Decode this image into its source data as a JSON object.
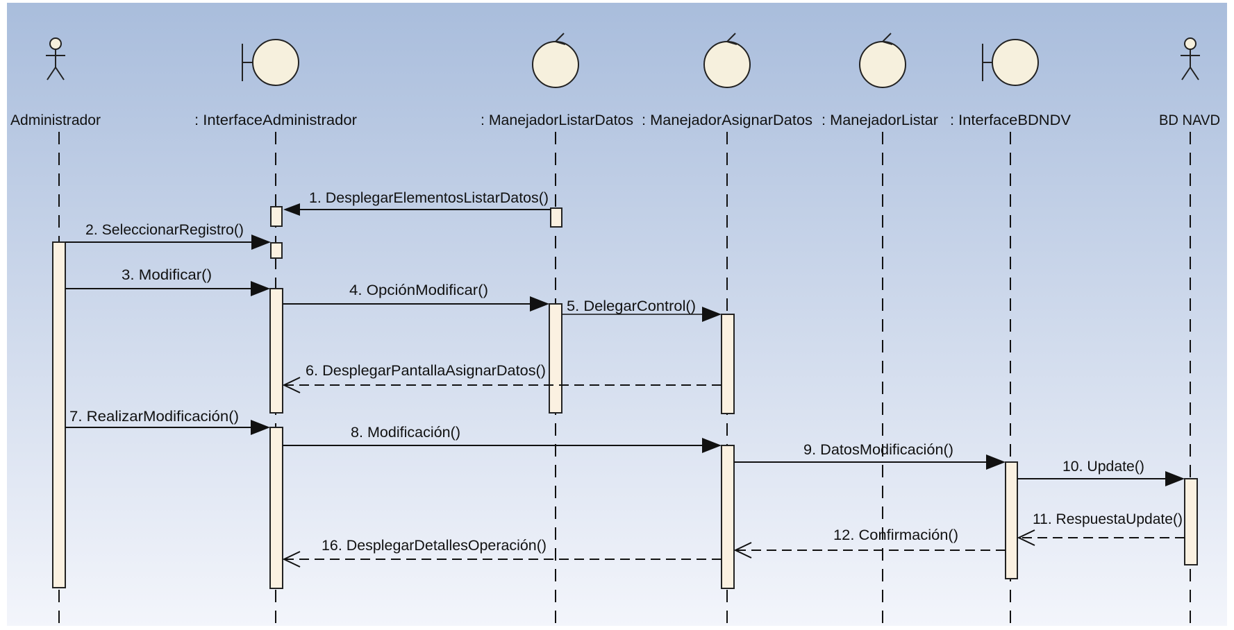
{
  "diagram": {
    "background_top": "#a9bddc",
    "background_bottom": "#f3f5fb",
    "lifelines": [
      {
        "id": "admin",
        "label": "Administrador",
        "kind": "actor"
      },
      {
        "id": "iface_admin",
        "label": ": InterfaceAdministrador",
        "kind": "boundary"
      },
      {
        "id": "mgr_listar_datos",
        "label": ": ManejadorListarDatos",
        "kind": "control"
      },
      {
        "id": "mgr_asignar",
        "label": ": ManejadorAsignarDatos",
        "kind": "control"
      },
      {
        "id": "mgr_listar",
        "label": ": ManejadorListar",
        "kind": "control"
      },
      {
        "id": "iface_bd",
        "label": ": InterfaceBDNDV",
        "kind": "boundary"
      },
      {
        "id": "bd_navd",
        "label": "BD NAVD",
        "kind": "actor"
      }
    ],
    "messages": [
      {
        "label": "1. DesplegarElementosListarDatos()",
        "from": "mgr_listar_datos",
        "to": "iface_admin",
        "type": "sync"
      },
      {
        "label": "2. SeleccionarRegistro()",
        "from": "admin",
        "to": "iface_admin",
        "type": "sync"
      },
      {
        "label": "3. Modificar()",
        "from": "admin",
        "to": "iface_admin",
        "type": "sync"
      },
      {
        "label": "4. OpciónModificar()",
        "from": "iface_admin",
        "to": "mgr_listar_datos",
        "type": "sync"
      },
      {
        "label": "5. DelegarControl()",
        "from": "mgr_listar_datos",
        "to": "mgr_asignar",
        "type": "sync"
      },
      {
        "label": "6. DesplegarPantallaAsignarDatos()",
        "from": "mgr_asignar",
        "to": "iface_admin",
        "type": "return"
      },
      {
        "label": "7. RealizarModificación()",
        "from": "admin",
        "to": "iface_admin",
        "type": "sync"
      },
      {
        "label": "8. Modificación()",
        "from": "iface_admin",
        "to": "mgr_asignar",
        "type": "sync"
      },
      {
        "label": "9. DatosModificación()",
        "from": "mgr_asignar",
        "to": "iface_bd",
        "type": "sync"
      },
      {
        "label": "10. Update()",
        "from": "iface_bd",
        "to": "bd_navd",
        "type": "sync"
      },
      {
        "label": "11. RespuestaUpdate()",
        "from": "bd_navd",
        "to": "iface_bd",
        "type": "return"
      },
      {
        "label": "12. Confirmación()",
        "from": "iface_bd",
        "to": "mgr_asignar",
        "type": "return"
      },
      {
        "label": "16. DesplegarDetallesOperación()",
        "from": "mgr_asignar",
        "to": "iface_admin",
        "type": "return"
      }
    ]
  }
}
